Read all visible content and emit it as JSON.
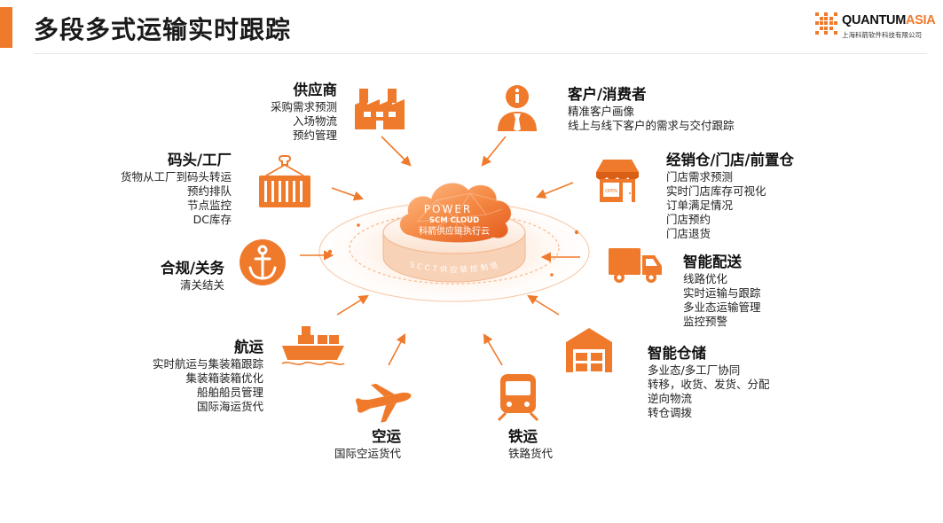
{
  "page": {
    "title": "多段多式运输实时跟踪",
    "logo": {
      "name_dark": "QUANTUM",
      "name_accent": "ASIA",
      "subtitle": "上海科箭软件科技有限公司"
    }
  },
  "hub": {
    "power": "POWER",
    "cloud": "SCM CLOUD",
    "name": "科箭供应链执行云",
    "ring": "SCCT供应链控制塔"
  },
  "colors": {
    "accent": "#f07a2b",
    "hub_light": "#ffb27a",
    "hub_dark": "#e8641f"
  },
  "nodes": {
    "supplier": {
      "title": "供应商",
      "lines": [
        "采购需求预测",
        "入场物流",
        "预约管理"
      ],
      "icon": "factory-icon"
    },
    "customer": {
      "title": "客户/消费者",
      "lines": [
        "精准客户画像",
        "线上与线下客户的需求与交付跟踪"
      ],
      "icon": "consultant-icon"
    },
    "dock": {
      "title": "码头/工厂",
      "lines": [
        "货物从工厂到码头转运",
        "预约排队",
        "节点监控",
        "DC库存"
      ],
      "icon": "container-crane-icon"
    },
    "store": {
      "title": "经销仓/门店/前置仓",
      "lines": [
        "门店需求预测",
        "实时门店库存可视化",
        "订单满足情况",
        "门店预约",
        "门店退货"
      ],
      "icon": "storefront-icon"
    },
    "compliance": {
      "title": "合规/关务",
      "lines": [
        "清关结关"
      ],
      "icon": "anchor-icon"
    },
    "delivery": {
      "title": "智能配送",
      "lines": [
        "线路优化",
        "实时运输与跟踪",
        "多业态运输管理",
        "监控预警"
      ],
      "icon": "truck-icon"
    },
    "shipping": {
      "title": "航运",
      "lines": [
        "实时航运与集装箱跟踪",
        "集装箱装箱优化",
        "船舶船员管理",
        "国际海运货代"
      ],
      "icon": "ship-icon"
    },
    "warehouse": {
      "title": "智能仓储",
      "lines": [
        "多业态/多工厂协同",
        "转移，收货、发货、分配",
        "逆向物流",
        "转仓调拨"
      ],
      "icon": "warehouse-icon"
    },
    "air": {
      "title": "空运",
      "lines": [
        "国际空运货代"
      ],
      "icon": "airplane-icon"
    },
    "rail": {
      "title": "铁运",
      "lines": [
        "铁路货代"
      ],
      "icon": "train-icon"
    }
  }
}
